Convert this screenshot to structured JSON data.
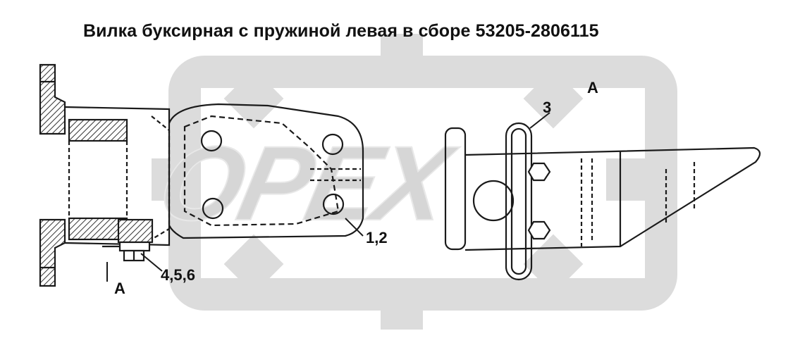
{
  "title": "Вилка буксирная с пружиной левая в сборе 53205-2806115",
  "watermark": {
    "text": "OPEX",
    "color": "#d6d6d6"
  },
  "callouts": {
    "view_a_top": "A",
    "spring": "3",
    "fork_body": "1,2",
    "fasteners": "4,5,6",
    "view_a_bottom": "A"
  },
  "colors": {
    "line": "#1a1a1a",
    "hatch": "#333333",
    "gear": "#dcdcdc",
    "background": "#ffffff"
  }
}
